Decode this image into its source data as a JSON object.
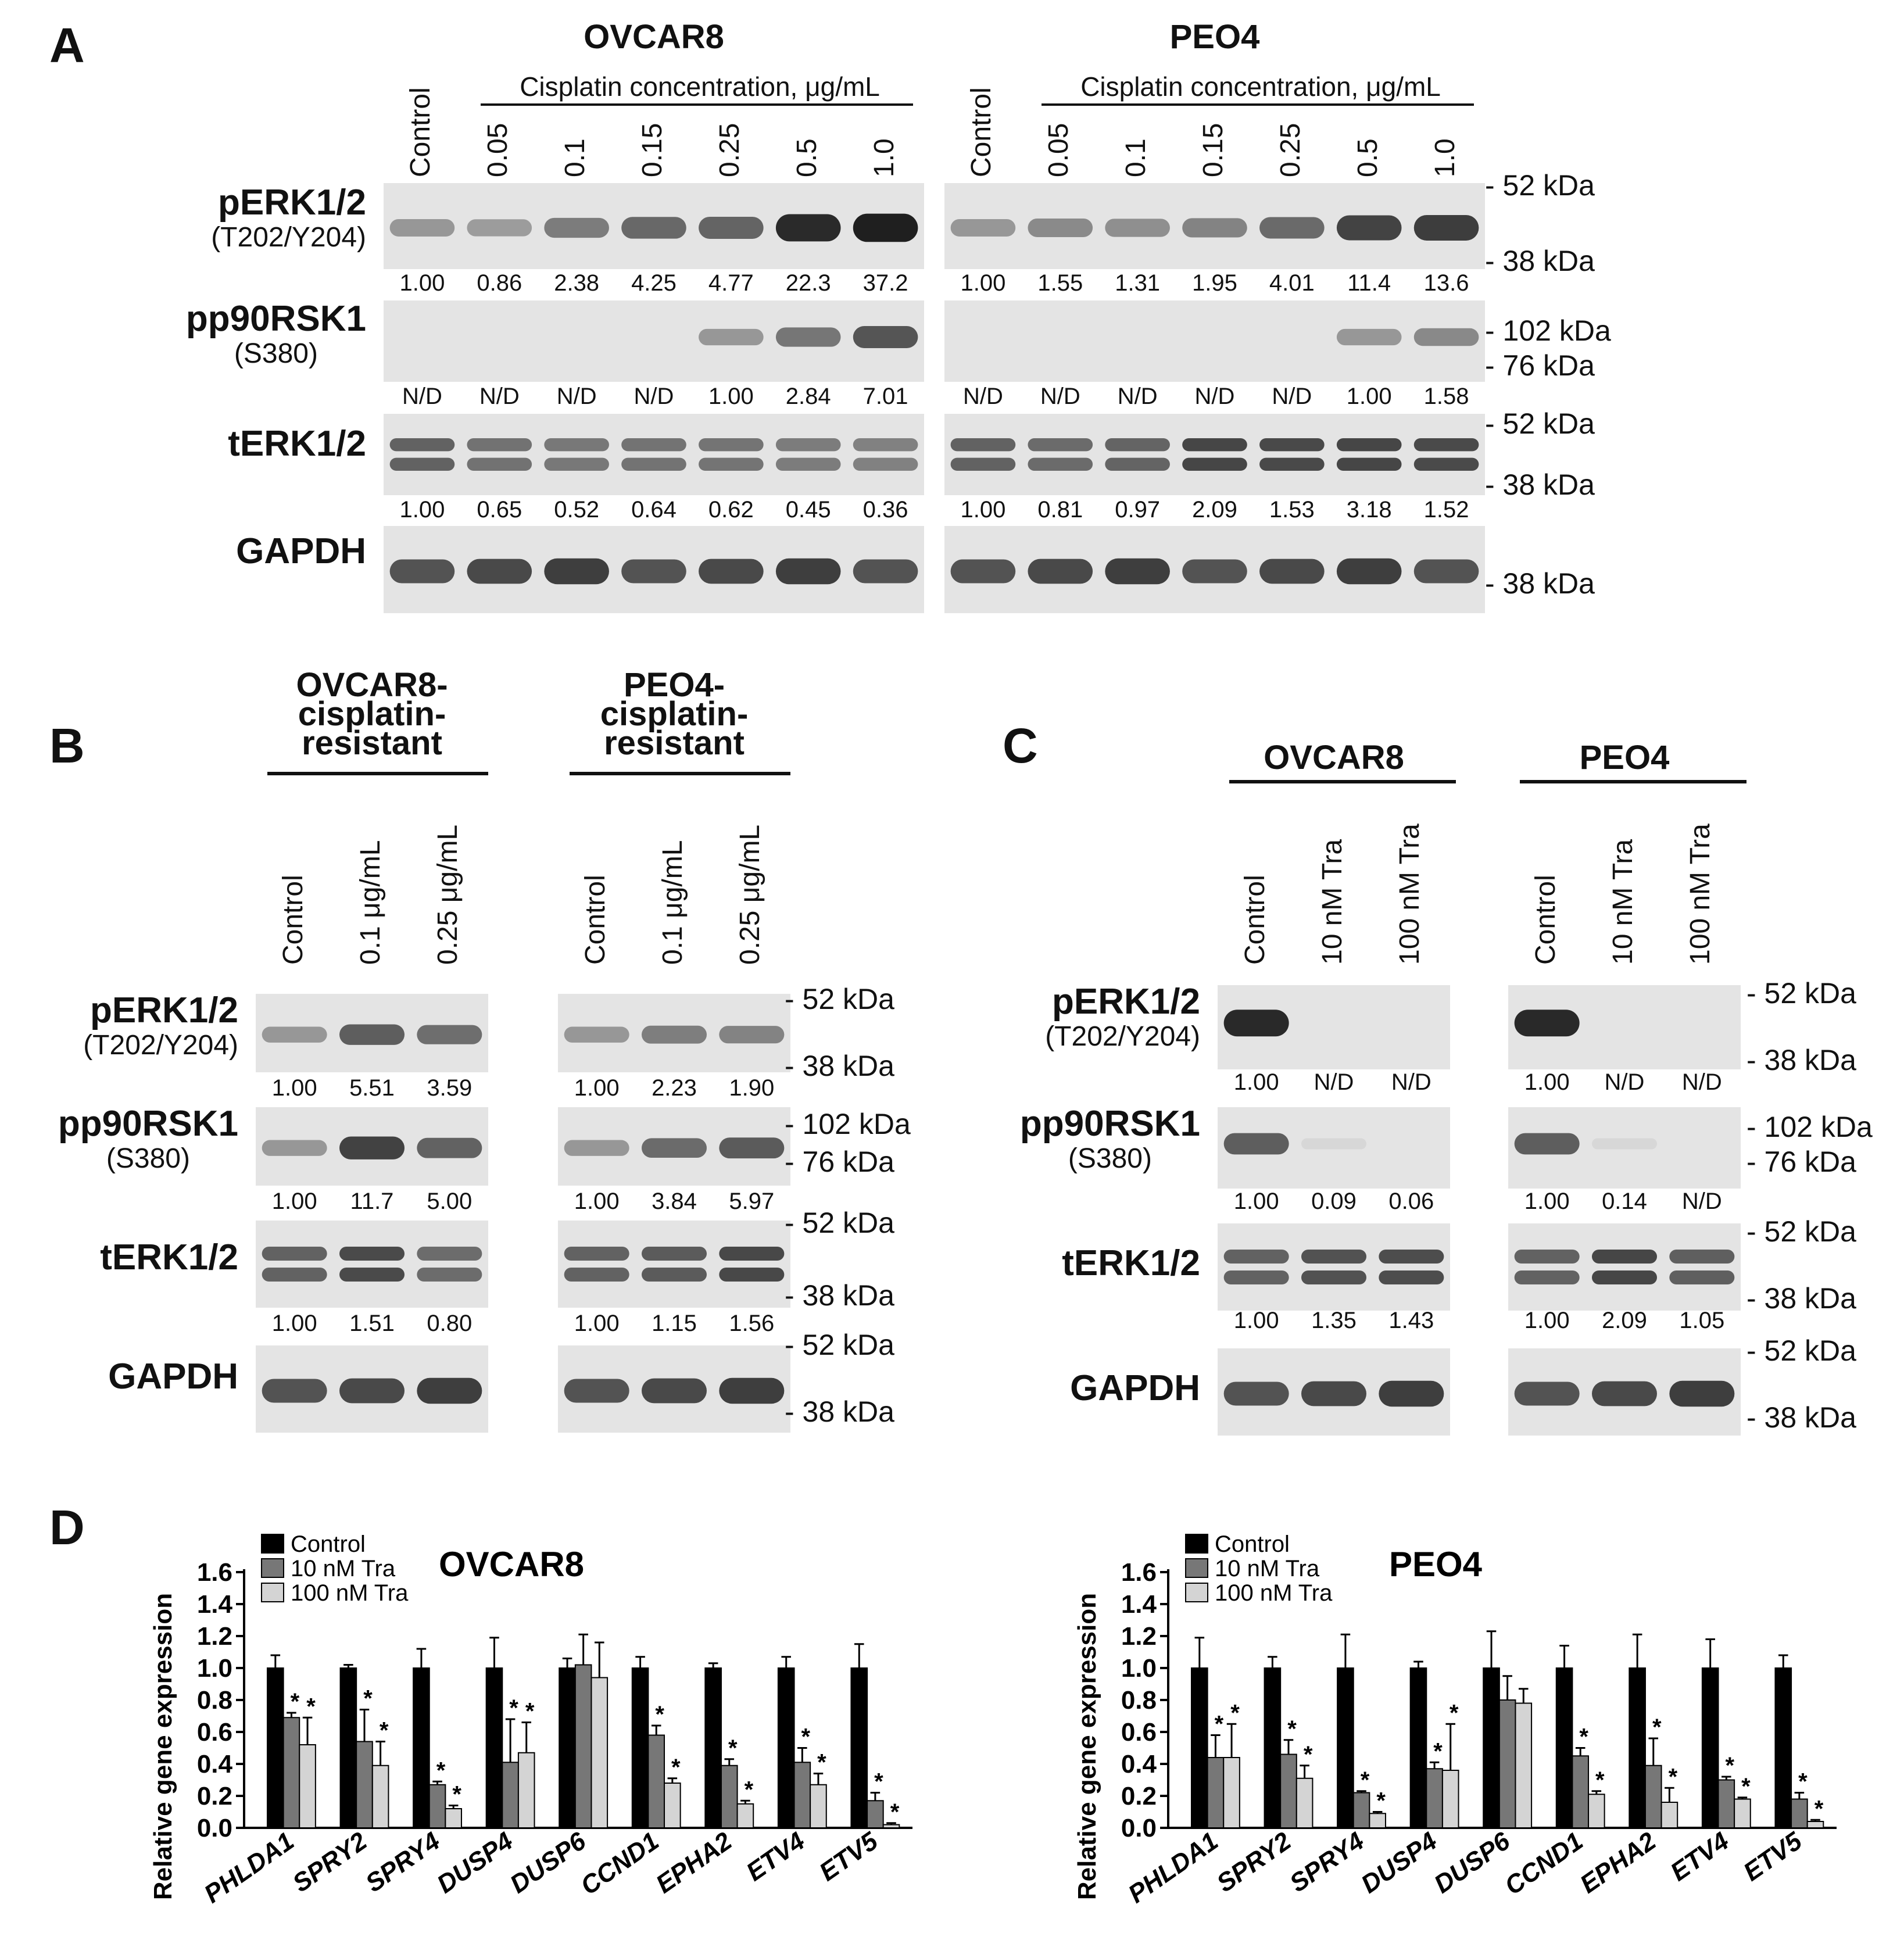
{
  "panels": {
    "A": {
      "letter": "A",
      "groups": [
        {
          "title": "OVCAR8",
          "treatment_header": "Cisplatin concentration, μg/mL",
          "lanes": [
            "Control",
            "0.05",
            "0.1",
            "0.15",
            "0.25",
            "0.5",
            "1.0"
          ],
          "rows": [
            {
              "key": "perk",
              "quant": [
                "1.00",
                "0.86",
                "2.38",
                "4.25",
                "4.77",
                "22.3",
                "37.2"
              ]
            },
            {
              "key": "prsk",
              "quant": [
                "N/D",
                "N/D",
                "N/D",
                "N/D",
                "1.00",
                "2.84",
                "7.01"
              ]
            },
            {
              "key": "terk",
              "quant": [
                "1.00",
                "0.65",
                "0.52",
                "0.64",
                "0.62",
                "0.45",
                "0.36"
              ]
            },
            {
              "key": "gapdh",
              "quant": []
            }
          ]
        },
        {
          "title": "PEO4",
          "treatment_header": "Cisplatin concentration, μg/mL",
          "lanes": [
            "Control",
            "0.05",
            "0.1",
            "0.15",
            "0.25",
            "0.5",
            "1.0"
          ],
          "rows": [
            {
              "key": "perk",
              "quant": [
                "1.00",
                "1.55",
                "1.31",
                "1.95",
                "4.01",
                "11.4",
                "13.6"
              ]
            },
            {
              "key": "prsk",
              "quant": [
                "N/D",
                "N/D",
                "N/D",
                "N/D",
                "N/D",
                "1.00",
                "1.58"
              ]
            },
            {
              "key": "terk",
              "quant": [
                "1.00",
                "0.81",
                "0.97",
                "2.09",
                "1.53",
                "3.18",
                "1.52"
              ]
            },
            {
              "key": "gapdh",
              "quant": []
            }
          ]
        }
      ],
      "row_labels": [
        {
          "name": "pERK1/2",
          "site": "(T202/Y204)"
        },
        {
          "name": "pp90RSK1",
          "site": "(S380)"
        },
        {
          "name": "tERK1/2",
          "site": ""
        },
        {
          "name": "GAPDH",
          "site": ""
        }
      ],
      "kda": [
        "- 52 kDa",
        "- 38 kDa",
        "- 102 kDa",
        "- 76 kDa",
        "- 52 kDa",
        "- 38 kDa",
        "- 38 kDa"
      ]
    },
    "B": {
      "letter": "B",
      "groups": [
        {
          "title_lines": [
            "OVCAR8-",
            "cisplatin-",
            "resistant"
          ],
          "lanes": [
            "Control",
            "0.1 μg/mL",
            "0.25  μg/mL"
          ],
          "rows": [
            {
              "key": "perk",
              "quant": [
                "1.00",
                "5.51",
                "3.59"
              ]
            },
            {
              "key": "prsk",
              "quant": [
                "1.00",
                "11.7",
                "5.00"
              ]
            },
            {
              "key": "terk",
              "quant": [
                "1.00",
                "1.51",
                "0.80"
              ]
            },
            {
              "key": "gapdh",
              "quant": []
            }
          ]
        },
        {
          "title_lines": [
            "PEO4-",
            "cisplatin-",
            "resistant"
          ],
          "lanes": [
            "Control",
            "0.1 μg/mL",
            "0.25  μg/mL"
          ],
          "rows": [
            {
              "key": "perk",
              "quant": [
                "1.00",
                "2.23",
                "1.90"
              ]
            },
            {
              "key": "prsk",
              "quant": [
                "1.00",
                "3.84",
                "5.97"
              ]
            },
            {
              "key": "terk",
              "quant": [
                "1.00",
                "1.15",
                "1.56"
              ]
            },
            {
              "key": "gapdh",
              "quant": []
            }
          ]
        }
      ],
      "row_labels": [
        {
          "name": "pERK1/2",
          "site": "(T202/Y204)"
        },
        {
          "name": "pp90RSK1",
          "site": "(S380)"
        },
        {
          "name": "tERK1/2",
          "site": ""
        },
        {
          "name": "GAPDH",
          "site": ""
        }
      ],
      "kda": [
        "- 52 kDa",
        "- 38 kDa",
        "- 102 kDa",
        "- 76 kDa",
        "- 52 kDa",
        "- 38 kDa",
        "- 52 kDa",
        "- 38 kDa"
      ]
    },
    "C": {
      "letter": "C",
      "groups": [
        {
          "title": "OVCAR8",
          "lanes": [
            "Control",
            "10 nM Tra",
            "100 nM Tra"
          ],
          "rows": [
            {
              "key": "perk",
              "quant": [
                "1.00",
                "N/D",
                "N/D"
              ]
            },
            {
              "key": "prsk",
              "quant": [
                "1.00",
                "0.09",
                "0.06"
              ]
            },
            {
              "key": "terk",
              "quant": [
                "1.00",
                "1.35",
                "1.43"
              ]
            },
            {
              "key": "gapdh",
              "quant": []
            }
          ]
        },
        {
          "title": "PEO4",
          "lanes": [
            "Control",
            "10 nM Tra",
            "100 nM Tra"
          ],
          "rows": [
            {
              "key": "perk",
              "quant": [
                "1.00",
                "N/D",
                "N/D"
              ]
            },
            {
              "key": "prsk",
              "quant": [
                "1.00",
                "0.14",
                "N/D"
              ]
            },
            {
              "key": "terk",
              "quant": [
                "1.00",
                "2.09",
                "1.05"
              ]
            },
            {
              "key": "gapdh",
              "quant": []
            }
          ]
        }
      ],
      "row_labels": [
        {
          "name": "pERK1/2",
          "site": "(T202/Y204)"
        },
        {
          "name": "pp90RSK1",
          "site": "(S380)"
        },
        {
          "name": "tERK1/2",
          "site": ""
        },
        {
          "name": "GAPDH",
          "site": ""
        }
      ],
      "kda": [
        "- 52 kDa",
        "- 38 kDa",
        "- 102 kDa",
        "- 76 kDa",
        "- 52 kDa",
        "- 38 kDa",
        "- 52 kDa",
        "- 38 kDa"
      ]
    },
    "D": {
      "letter": "D"
    }
  },
  "chart_data": [
    {
      "type": "bar",
      "title": "OVCAR8",
      "ylabel": "Relative gene expression",
      "ylim": [
        0,
        1.6
      ],
      "yticks": [
        "0.0",
        "0.2",
        "0.4",
        "0.6",
        "0.8",
        "1.0",
        "1.2",
        "1.4",
        "1.6"
      ],
      "categories": [
        "PHLDA1",
        "SPRY2",
        "SPRY4",
        "DUSP4",
        "DUSP6",
        "CCND1",
        "EPHA2",
        "ETV4",
        "ETV5"
      ],
      "series": [
        {
          "name": "Control",
          "color": "#000000",
          "values": [
            1.0,
            1.0,
            1.0,
            1.0,
            1.0,
            1.0,
            1.0,
            1.0,
            1.0
          ],
          "err": [
            0.08,
            0.02,
            0.12,
            0.19,
            0.06,
            0.07,
            0.03,
            0.07,
            0.15
          ],
          "sig": [
            "",
            "",
            "",
            "",
            "",
            "",
            "",
            "",
            ""
          ]
        },
        {
          "name": "10 nM Tra",
          "color": "#777777",
          "values": [
            0.69,
            0.54,
            0.27,
            0.41,
            1.02,
            0.58,
            0.39,
            0.41,
            0.17
          ],
          "err": [
            0.03,
            0.2,
            0.02,
            0.27,
            0.19,
            0.06,
            0.04,
            0.09,
            0.05
          ],
          "sig": [
            "*",
            "*",
            "*",
            "*",
            "",
            "*",
            "*",
            "*",
            "*"
          ]
        },
        {
          "name": "100 nM Tra",
          "color": "#d4d4d4",
          "values": [
            0.52,
            0.39,
            0.12,
            0.47,
            0.94,
            0.28,
            0.15,
            0.27,
            0.02
          ],
          "err": [
            0.17,
            0.15,
            0.02,
            0.19,
            0.22,
            0.03,
            0.02,
            0.07,
            0.01
          ],
          "sig": [
            "*",
            "*",
            "*",
            "*",
            "",
            "*",
            "*",
            "*",
            "*"
          ]
        }
      ],
      "legend": "top-left"
    },
    {
      "type": "bar",
      "title": "PEO4",
      "ylabel": "Relative gene expression",
      "ylim": [
        0,
        1.6
      ],
      "yticks": [
        "0.0",
        "0.2",
        "0.4",
        "0.6",
        "0.8",
        "1.0",
        "1.2",
        "1.4",
        "1.6"
      ],
      "categories": [
        "PHLDA1",
        "SPRY2",
        "SPRY4",
        "DUSP4",
        "DUSP6",
        "CCND1",
        "EPHA2",
        "ETV4",
        "ETV5"
      ],
      "series": [
        {
          "name": "Control",
          "color": "#000000",
          "values": [
            1.0,
            1.0,
            1.0,
            1.0,
            1.0,
            1.0,
            1.0,
            1.0,
            1.0
          ],
          "err": [
            0.19,
            0.07,
            0.21,
            0.04,
            0.23,
            0.14,
            0.21,
            0.18,
            0.08
          ],
          "sig": [
            "",
            "",
            "",
            "",
            "",
            "",
            "",
            "",
            ""
          ]
        },
        {
          "name": "10 nM Tra",
          "color": "#777777",
          "values": [
            0.44,
            0.46,
            0.22,
            0.37,
            0.8,
            0.45,
            0.39,
            0.3,
            0.18
          ],
          "err": [
            0.14,
            0.09,
            0.01,
            0.04,
            0.15,
            0.05,
            0.17,
            0.02,
            0.04
          ],
          "sig": [
            "*",
            "*",
            "*",
            "*",
            "",
            "*",
            "*",
            "*",
            "*"
          ]
        },
        {
          "name": "100 nM Tra",
          "color": "#d4d4d4",
          "values": [
            0.44,
            0.31,
            0.09,
            0.36,
            0.78,
            0.21,
            0.16,
            0.18,
            0.04
          ],
          "err": [
            0.21,
            0.08,
            0.01,
            0.29,
            0.09,
            0.02,
            0.09,
            0.01,
            0.01
          ],
          "sig": [
            "*",
            "*",
            "*",
            "*",
            "",
            "*",
            "*",
            "*",
            "*"
          ]
        }
      ],
      "legend": "top-left"
    }
  ]
}
